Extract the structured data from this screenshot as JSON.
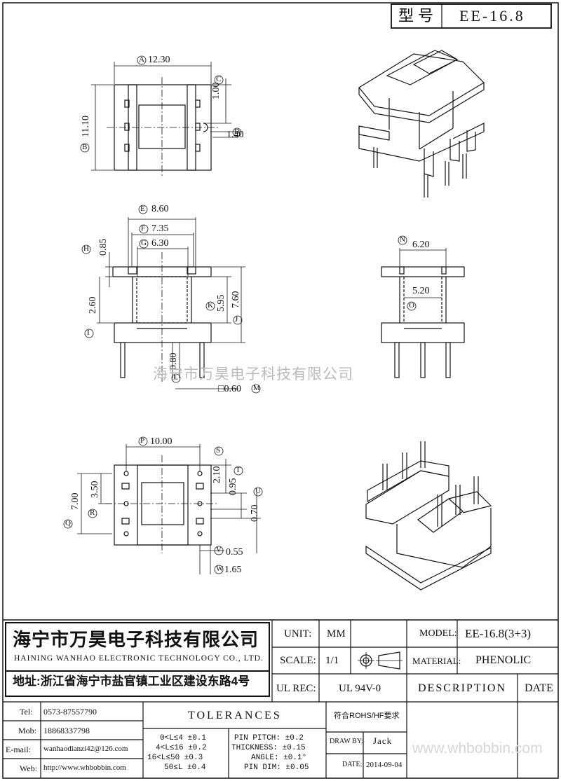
{
  "header": {
    "model_label": "型号",
    "model_value": "EE-16.8"
  },
  "dims": {
    "A": {
      "letter": "A",
      "value": "12.30"
    },
    "B": {
      "letter": "B",
      "value": "11.10"
    },
    "C": {
      "letter": "C",
      "value": "1.00"
    },
    "D": {
      "letter": "D",
      "value": "1.40"
    },
    "E": {
      "letter": "E",
      "value": "8.60"
    },
    "F": {
      "letter": "F",
      "value": "7.35"
    },
    "G": {
      "letter": "G",
      "value": "6.30"
    },
    "H": {
      "letter": "H",
      "value": "0.85"
    },
    "I": {
      "letter": "I",
      "value": "2.60"
    },
    "J": {
      "letter": "J",
      "value": "7.60"
    },
    "K": {
      "letter": "K",
      "value": "5.95"
    },
    "L": {
      "letter": "L",
      "value": "0.80"
    },
    "M": {
      "letter": "M",
      "value": "□0.60"
    },
    "N": {
      "letter": "N",
      "value": "6.20"
    },
    "O": {
      "letter": "O",
      "value": "5.20"
    },
    "P": {
      "letter": "P",
      "value": "10.00"
    },
    "Q": {
      "letter": "Q",
      "value": "7.00"
    },
    "R": {
      "letter": "R",
      "value": "3.50"
    },
    "S": {
      "letter": "S",
      "value": "2.10"
    },
    "T": {
      "letter": "T",
      "value": "0.95"
    },
    "U": {
      "letter": "U",
      "value": "0.70"
    },
    "V": {
      "letter": "V",
      "value": "0.55"
    },
    "W": {
      "letter": "W",
      "value": "1.65"
    }
  },
  "watermark": "海宁市万昊电子科技有限公司",
  "company": {
    "name_cn": "海宁市万昊电子科技有限公司",
    "name_en": "HAINING WANHAO ELECTRONIC TECHNOLOGY CO., LTD.",
    "address": "地址:浙江省海宁市盐官镇工业区建设东路4号"
  },
  "contact": {
    "tel_label": "Tel:",
    "tel": "0573-87557790",
    "mob_label": "Mob:",
    "mob": "18868337798",
    "email_label": "E-mail:",
    "email": "wanhaodianzi42@126.com",
    "web_label": "Web:",
    "web": "http://www.whbobbin.com"
  },
  "title_block": {
    "unit_label": "UNIT:",
    "unit": "MM",
    "scale_label": "SCALE:",
    "scale": "1/1",
    "ulrec_label": "UL REC:",
    "ulrec": "UL 94V-0",
    "model_label": "MODEL:",
    "model": "EE-16.8(3+3)",
    "material_label": "MATERIAL:",
    "material": "PHENOLIC",
    "description": "DESCRIPTION",
    "date_header": "DATE",
    "tolerances": "TOLERANCES",
    "rohs": "符合ROHS/HF要求",
    "draw_by_label": "DRAW BY:",
    "draw_by": "Jack",
    "date_label": "DATE:",
    "date": "2014-09-04"
  },
  "tolerances": {
    "left": [
      "0<L≤4 ±0.1",
      "4<L≤16 ±0.2",
      "16<L≤50 ±0.3",
      "50≤L ±0.4"
    ],
    "right": [
      "PIN PITCH: ±0.2",
      "THICKNESS: ±0.15",
      "ANGLE: ±0.1°",
      "PIN DIM: ±0.05"
    ]
  },
  "site_watermark": "www.whbobbin.com"
}
